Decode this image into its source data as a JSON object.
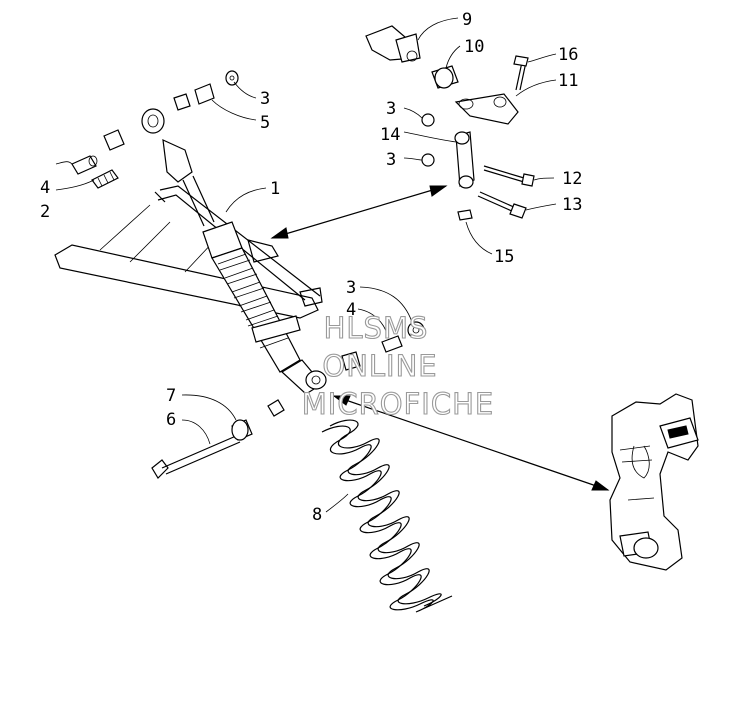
{
  "callouts": [
    {
      "id": "c1",
      "text": "1"
    },
    {
      "id": "c2",
      "text": "2"
    },
    {
      "id": "c3a",
      "text": "3"
    },
    {
      "id": "c3b",
      "text": "3"
    },
    {
      "id": "c3c",
      "text": "3"
    },
    {
      "id": "c3d",
      "text": "3"
    },
    {
      "id": "c4a",
      "text": "4"
    },
    {
      "id": "c4b",
      "text": "4"
    },
    {
      "id": "c5",
      "text": "5"
    },
    {
      "id": "c6",
      "text": "6"
    },
    {
      "id": "c7",
      "text": "7"
    },
    {
      "id": "c8",
      "text": "8"
    },
    {
      "id": "c9",
      "text": "9"
    },
    {
      "id": "c10",
      "text": "10"
    },
    {
      "id": "c11",
      "text": "11"
    },
    {
      "id": "c12",
      "text": "12"
    },
    {
      "id": "c13",
      "text": "13"
    },
    {
      "id": "c14",
      "text": "14"
    },
    {
      "id": "c15",
      "text": "15"
    },
    {
      "id": "c16",
      "text": "16"
    }
  ],
  "watermark": [
    "HLSMS",
    "ONLINE",
    "MICROFICHE"
  ]
}
